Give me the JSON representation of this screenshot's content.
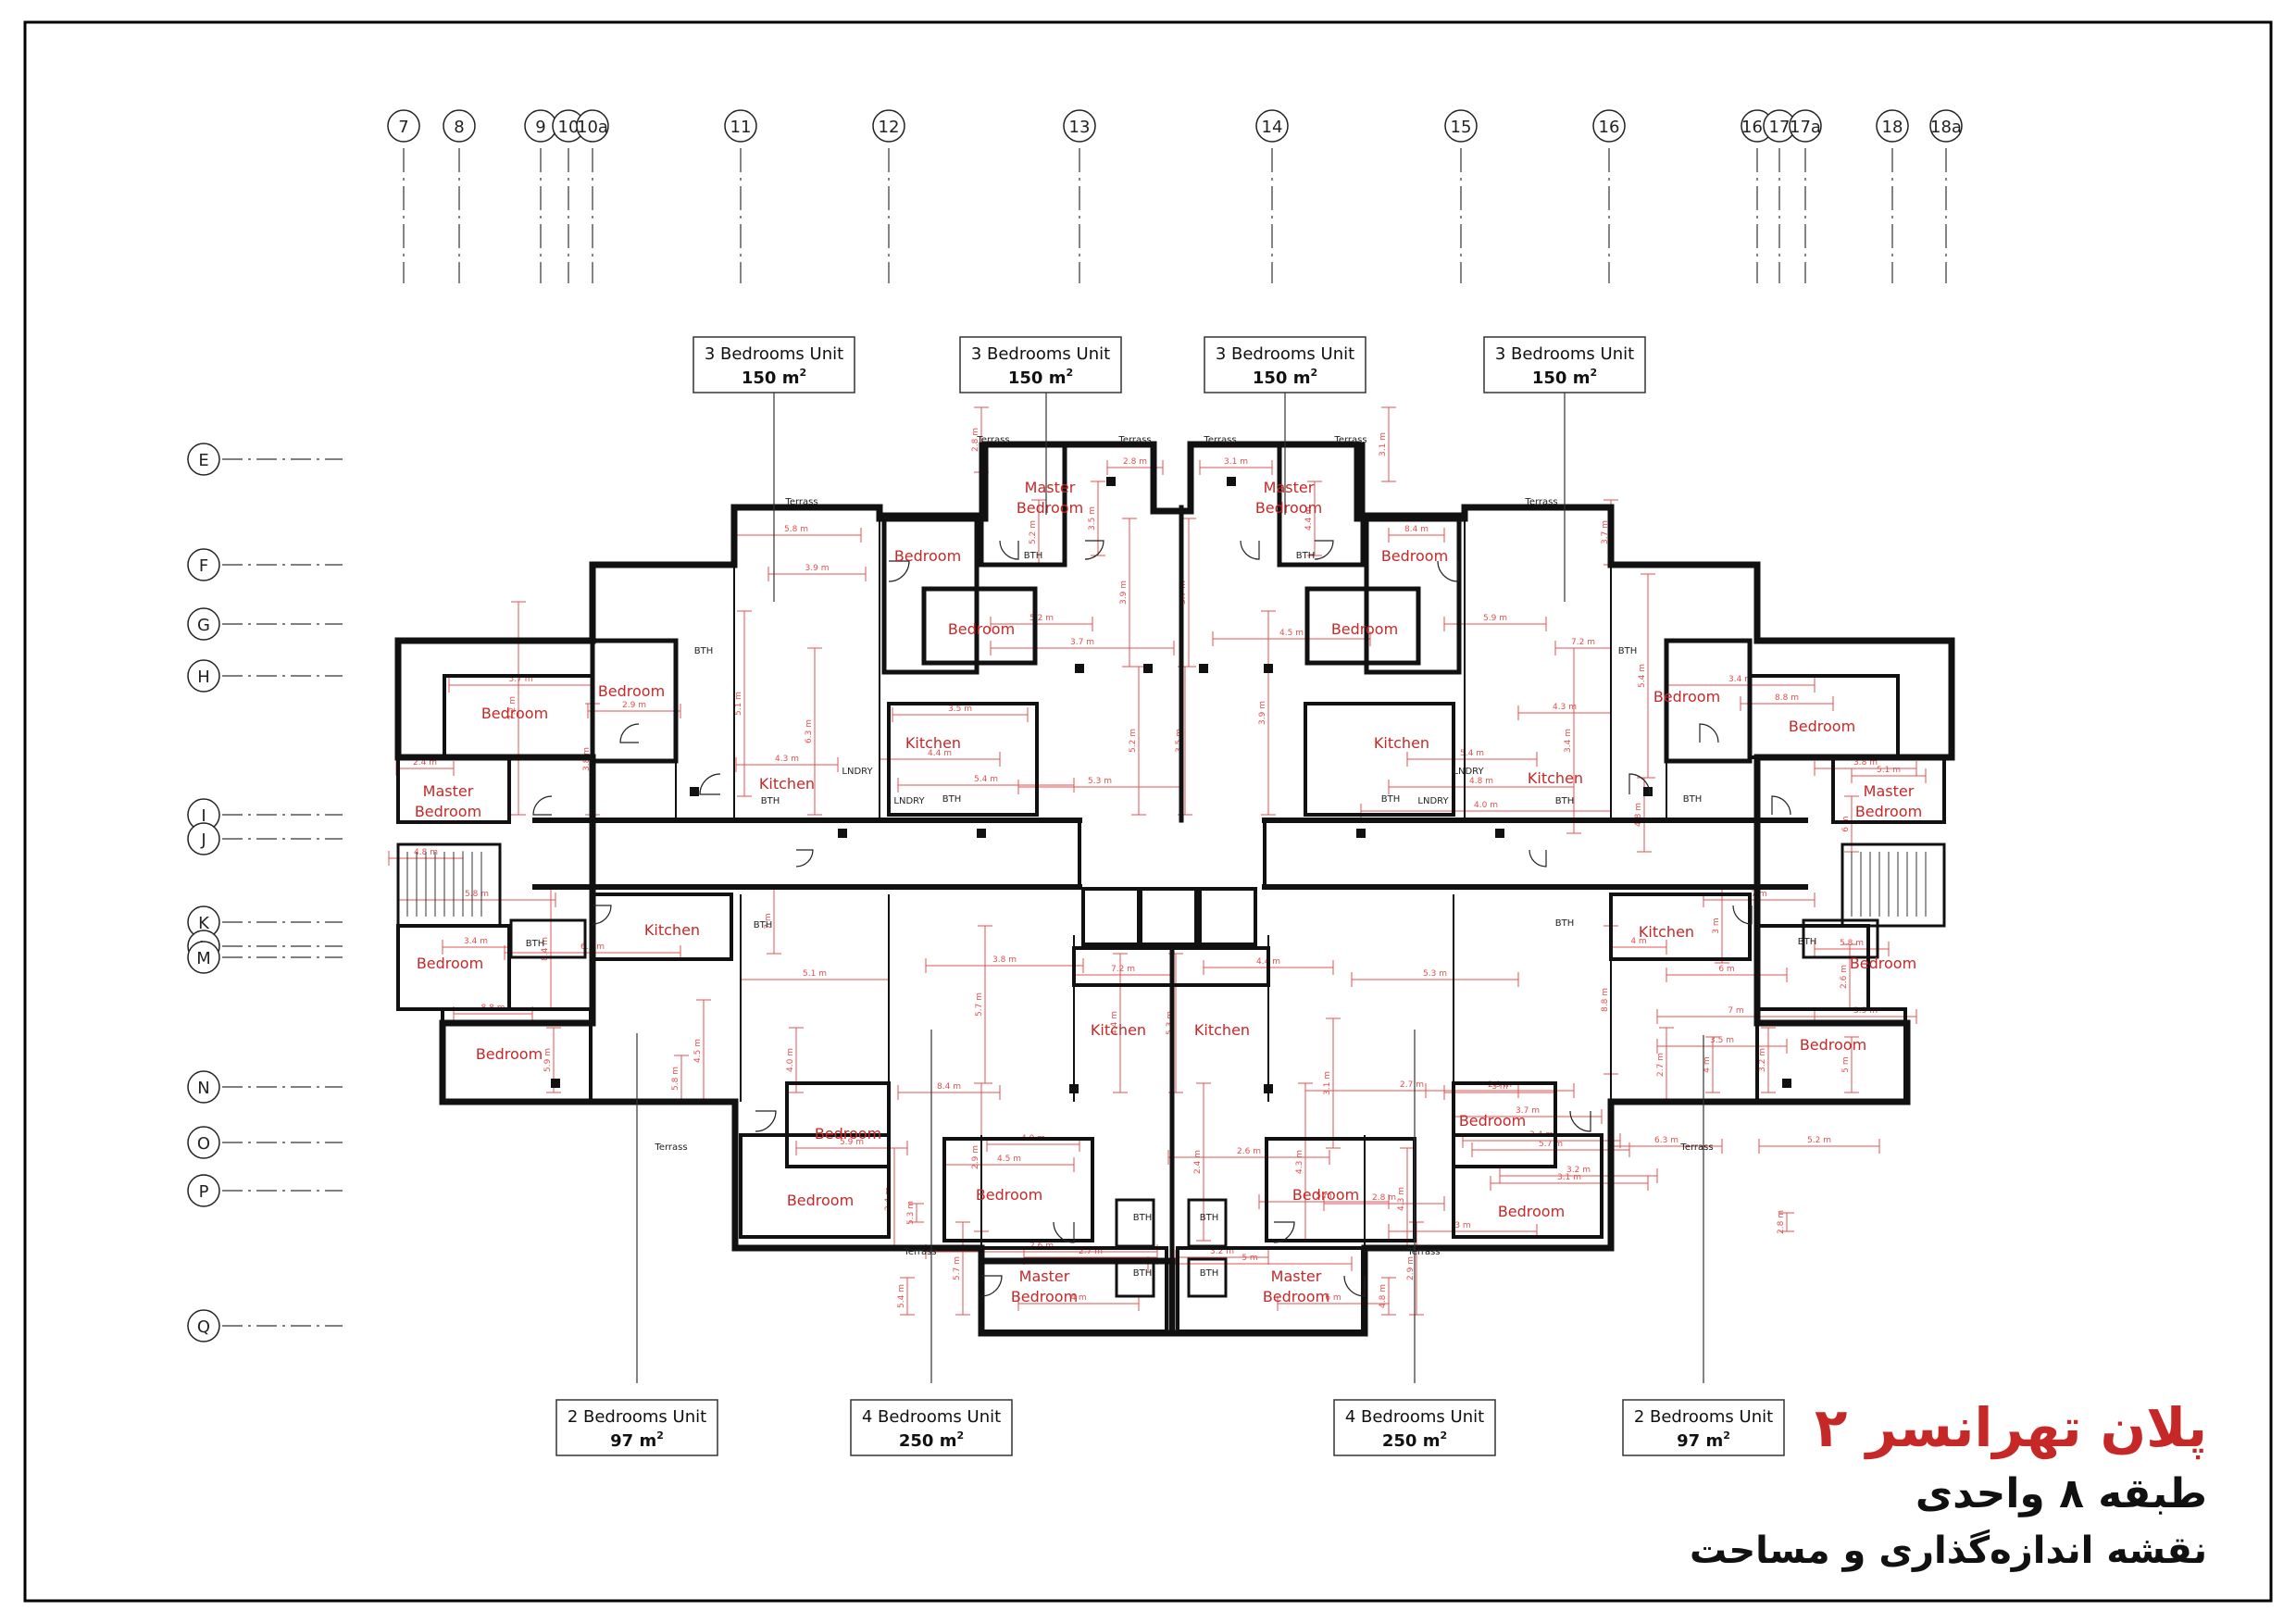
{
  "grid": {
    "columns": [
      "7",
      "8",
      "9",
      "10",
      "10a",
      "11",
      "12",
      "13",
      "14",
      "15",
      "16",
      "16a",
      "17",
      "17a",
      "18",
      "18a"
    ],
    "rows": [
      "E",
      "F",
      "G",
      "H",
      "I",
      "J",
      "K",
      "L",
      "M",
      "N",
      "O",
      "P",
      "Q"
    ]
  },
  "units": {
    "top": [
      {
        "label": "3 Bedrooms Unit",
        "area": "150 m",
        "sup": "2"
      },
      {
        "label": "3 Bedrooms Unit",
        "area": "150 m",
        "sup": "2"
      },
      {
        "label": "3 Bedrooms Unit",
        "area": "150 m",
        "sup": "2"
      },
      {
        "label": "3 Bedrooms Unit",
        "area": "150 m",
        "sup": "2"
      }
    ],
    "bottom": [
      {
        "label": "2 Bedrooms Unit",
        "area": "97 m",
        "sup": "2"
      },
      {
        "label": "4 Bedrooms Unit",
        "area": "250 m",
        "sup": "2"
      },
      {
        "label": "4 Bedrooms Unit",
        "area": "250 m",
        "sup": "2"
      },
      {
        "label": "2 Bedrooms Unit",
        "area": "97 m",
        "sup": "2"
      }
    ]
  },
  "rooms": {
    "master": [
      "Master",
      "Bedroom"
    ],
    "bedroom": "Bedroom",
    "kitchen": "Kitchen",
    "bath": "BTH",
    "laundry": "LNDRY",
    "terrace": "Terrass"
  },
  "dims": [
    "5.8 m",
    "3.9 m",
    "5.2 m",
    "3.7 m",
    "3.5 m",
    "4.4 m",
    "5.3 m",
    "2.8 m",
    "3.1 m",
    "5.7 m",
    "2.9 m",
    "2.4 m",
    "4.3 m",
    "5.4 m",
    "4.8 m",
    "3.4 m",
    "8.8 m",
    "6.3 m",
    "5.1 m",
    "3.8 m",
    "7.2 m",
    "8.4 m",
    "5.9 m",
    "4.5 m",
    "4.0 m",
    "2.7 m",
    "3.2 m",
    "2.6 m",
    "5 m",
    "3 m",
    "4 m",
    "6 m",
    "7 m"
  ],
  "title": {
    "line1": "پلان تهرانسر ۲",
    "line2": "طبقه ۸ واحدی",
    "line3": "نقشه اندازه‌گذاری و مساحت"
  },
  "colors": {
    "accent": "#c62828",
    "dimension": "#e05050",
    "wall": "#111111",
    "frame": "#000000"
  }
}
